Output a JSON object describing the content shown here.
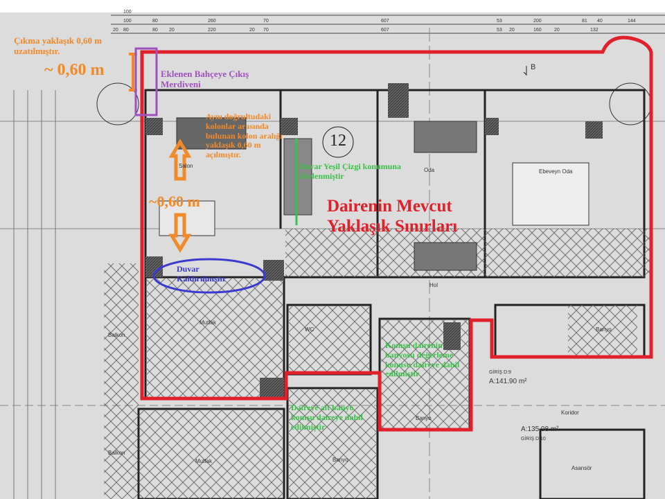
{
  "dimensions_top": {
    "row1": [
      "100"
    ],
    "row2": [
      "100",
      "80",
      "260",
      "70",
      "607",
      "53",
      "200",
      "81",
      "40",
      "144"
    ],
    "row3": [
      "20",
      "80",
      "80",
      "20",
      "220",
      "20",
      "70",
      "607",
      "53",
      "20",
      "160",
      "20",
      "132"
    ]
  },
  "annotations": {
    "extension_note": "Çıkma yaklaşık 0,60 m uzatılmıştır.",
    "extension_value": "~ 0,60 m",
    "stair_note": "Eklenen Bahçeye Çıkış Merdiveni",
    "column_note": "Aynı doğrultudaki kolonlar arasında bulunan kolon aralığı yaklaşık 0,60 m açılmıştır.",
    "column_value": "~0,60 m",
    "wall_removed": "Duvar Kaldırılmıştır",
    "wall_moved": "Duvar Yeşil Çizgi konumuna Ötelenmiştir",
    "boundary_title": "Dairenin Mevcut Yaklaşık Sınırları",
    "neighbor_bath_note": "Komşu dairenin banyosu değerleme konusu daireye dahil edilmiştir",
    "own_bath_note": "Daireye ait banyo komşu daireye dahil edilmiştir"
  },
  "rooms": {
    "salon": "Salon",
    "oda": "Oda",
    "ebeveyn": "Ebeveyn Oda",
    "mutfak": "Mutfak",
    "mutfak2": "Mutfak",
    "hol": "Hol",
    "wc": "WC",
    "banyo": "Banyo",
    "banyo2": "Banyo",
    "banyo3": "Banyo",
    "balkon": "Balkon",
    "balkon2": "Balkon",
    "koridor": "Koridor",
    "asansor": "Asansör",
    "unit_number": "12",
    "area1": "A:141.90 m²",
    "area2": "A:135.98 m²",
    "giris1": "GİRİŞ D:9",
    "giris2": "GİRİŞ D:10",
    "b_mark": "B"
  },
  "colors": {
    "boundary": "#e0202a",
    "orange": "#f08a2a",
    "purple": "#a050c0",
    "green": "#3cc04a",
    "blue": "#3a3ad0"
  }
}
